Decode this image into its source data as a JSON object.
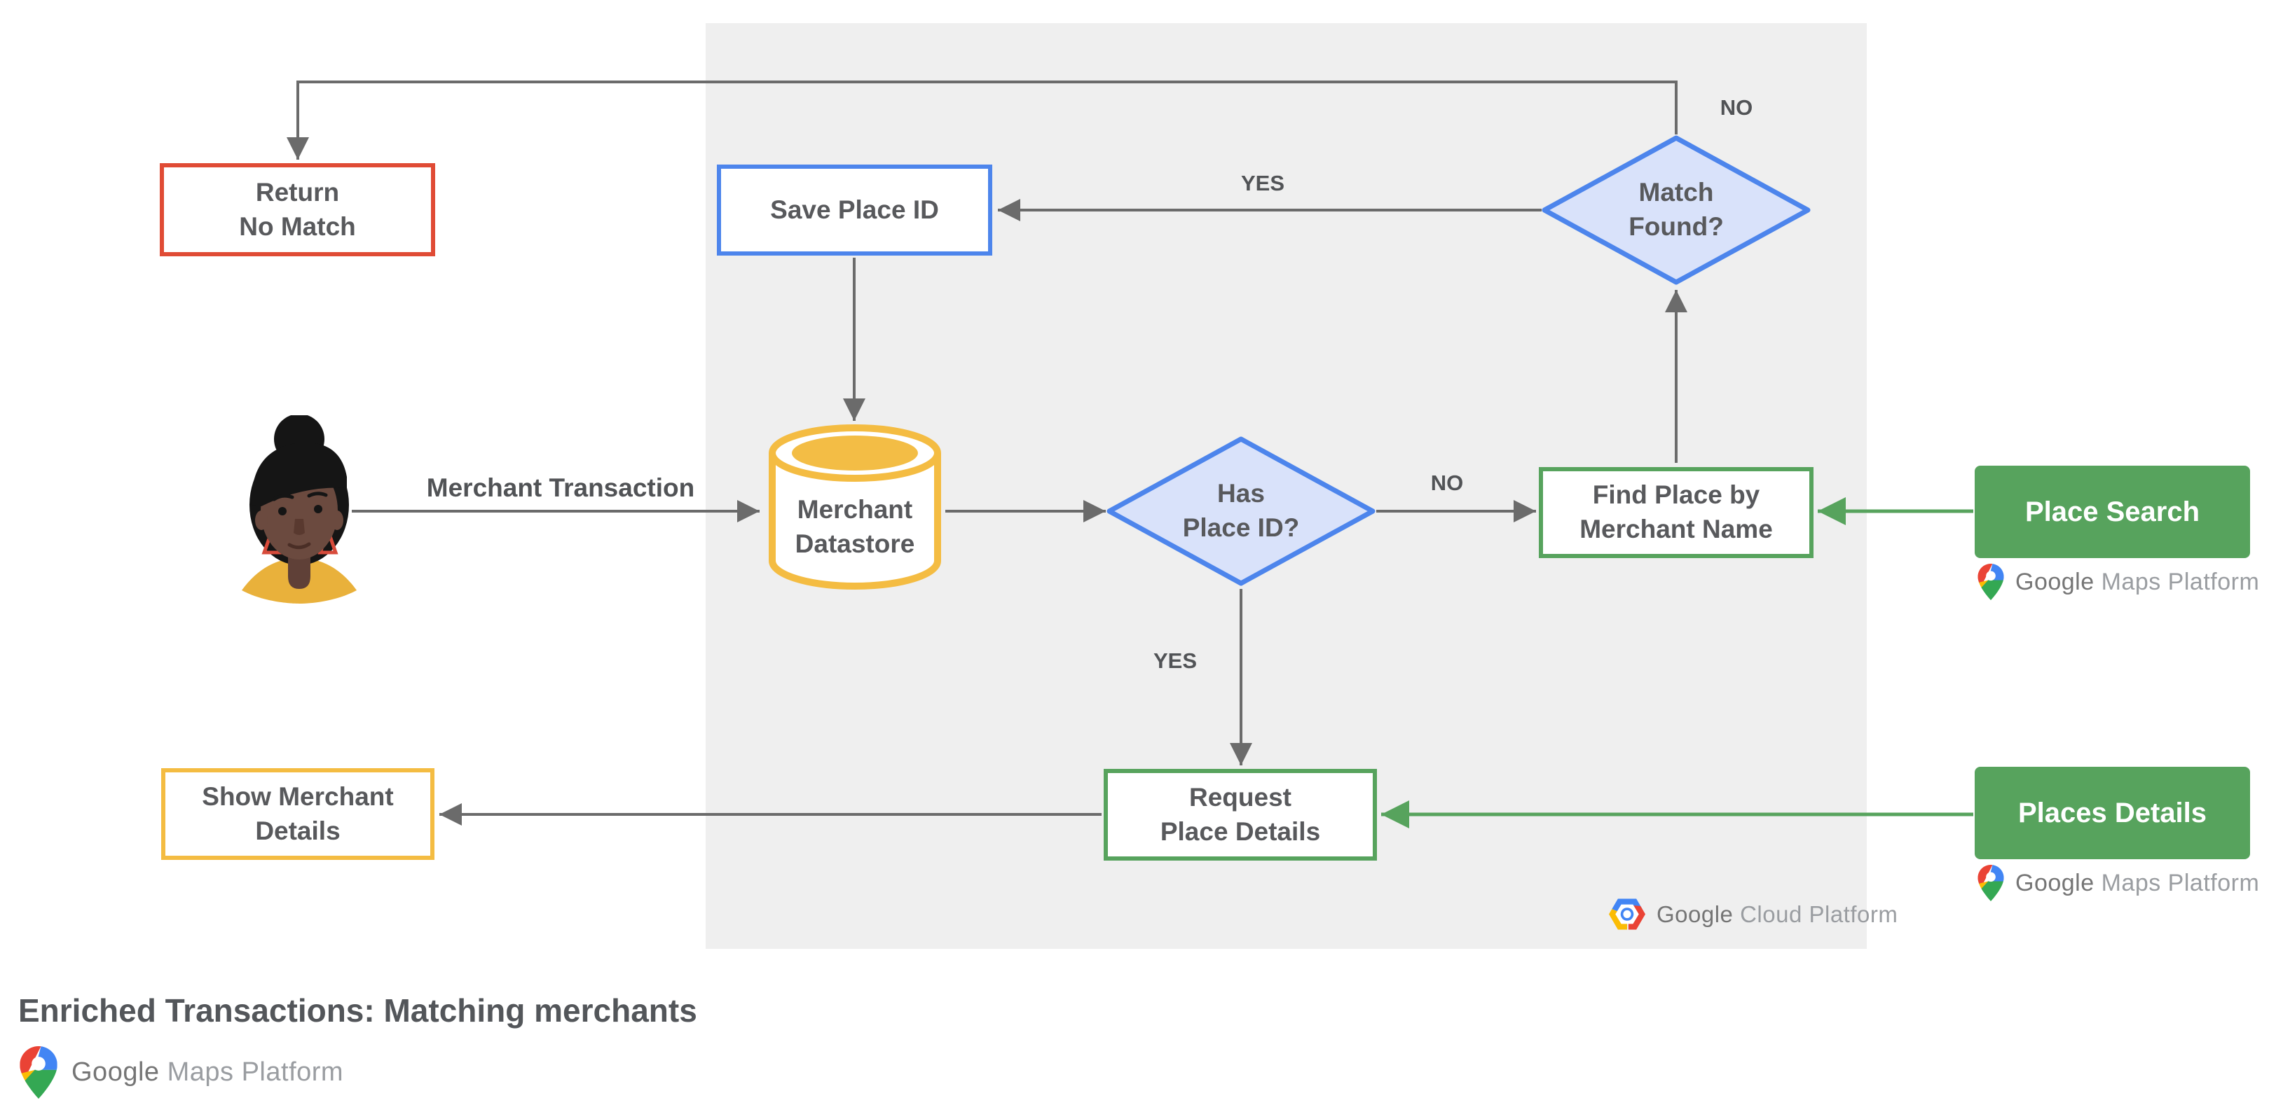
{
  "title": "Enriched Transactions: Matching merchants",
  "nodes": {
    "return_no_match": {
      "label": "Return\nNo Match"
    },
    "save_place_id": {
      "label": "Save Place ID"
    },
    "match_found": {
      "label": "Match\nFound?"
    },
    "merchant_datastore": {
      "label": "Merchant\nDatastore"
    },
    "has_place_id": {
      "label": "Has\nPlace ID?"
    },
    "find_place": {
      "label": "Find Place by\nMerchant Name"
    },
    "request_place_details": {
      "label": "Request\nPlace Details"
    },
    "show_merchant_details": {
      "label": "Show Merchant\nDetails"
    }
  },
  "edges": {
    "merchant_transaction": "Merchant Transaction",
    "match_found_no": "NO",
    "match_found_yes": "YES",
    "has_place_id_no": "NO",
    "has_place_id_yes": "YES"
  },
  "api": {
    "place_search": "Place Search",
    "places_details": "Places Details"
  },
  "branding": {
    "google": "Google",
    "maps_platform": "Maps Platform",
    "cloud_platform": "Cloud Platform"
  },
  "colors": {
    "red": "#E04B35",
    "blue_border": "#4D85EC",
    "blue_fill": "#D9E2FA",
    "green": "#57A35D",
    "yellow": "#F4BC42",
    "arrow_gray": "#6B6B6B",
    "panel_gray": "#EFEFEF",
    "text_gray": "#58595C"
  }
}
